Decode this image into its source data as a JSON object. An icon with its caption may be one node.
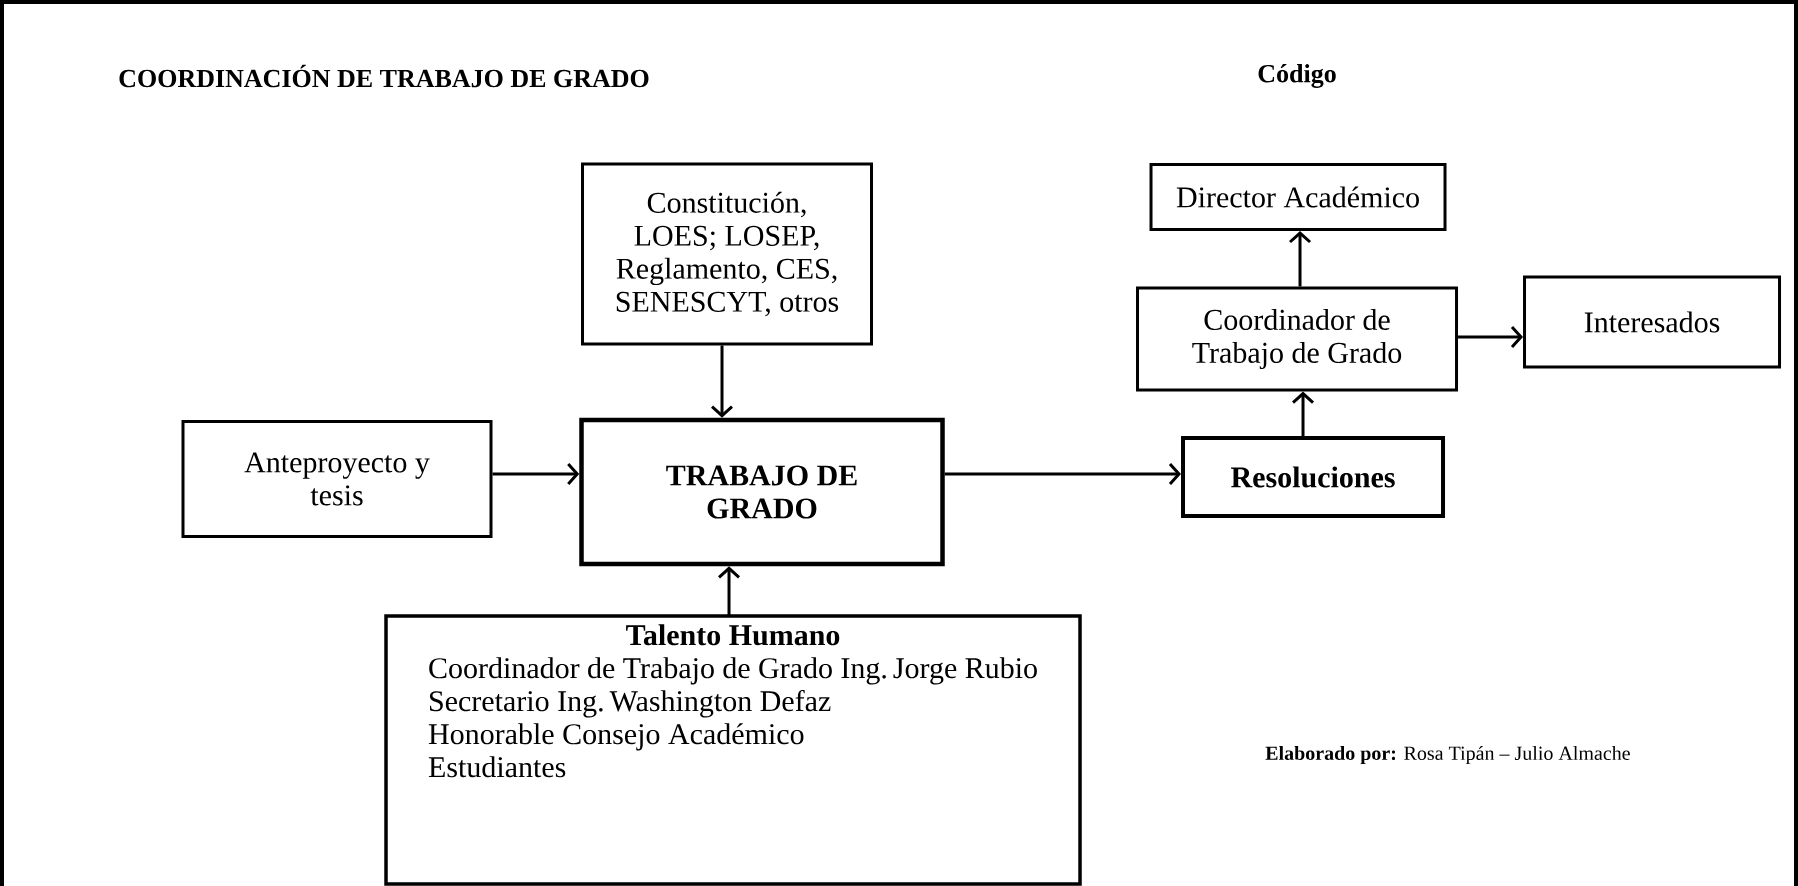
{
  "diagram": {
    "title": "COORDINACIÓN DE TRABAJO DE GRADO",
    "nodes": [
      {
        "text": [
          "Constitución, LOES; LOSEP, Reglamento, CES, SENESCYT, otros"
        ]
      },
      {
        "text": [
          "Anteproyecto y tesis"
        ]
      },
      {
        "text": [
          "TRABAJO DE GRADO"
        ]
      },
      {
        "text": [
          "Talento Humano",
          "Coordinador de Trabajo de Grado Ing. Jorge Rubio",
          "Secretario Ing. Washington Defaz",
          "Honorable Consejo Académico",
          "Estudiantes"
        ]
      },
      {
        "text": [
          "Resoluciones"
        ]
      },
      {
        "text": [
          "Coordinador de Trabajo de Grado"
        ]
      },
      {
        "text": [
          "Director Académico"
        ]
      },
      {
        "text": [
          "Interesados"
        ]
      }
    ],
    "edges": [
      {
        "from": 0,
        "to": 2,
        "arrow": "to"
      },
      {
        "from": 1,
        "to": 2,
        "arrow": "to"
      },
      {
        "from": 3,
        "to": 2,
        "arrow": "to"
      },
      {
        "from": 2,
        "to": 4,
        "arrow": "to"
      },
      {
        "from": 4,
        "to": 5,
        "arrow": "to"
      },
      {
        "from": 5,
        "to": 6,
        "arrow": "to"
      },
      {
        "from": 5,
        "to": 7,
        "arrow": "to"
      }
    ],
    "labels": [
      "Código",
      "**Elaborado por:** Rosa Tipán – Julio Almache"
    ]
  }
}
